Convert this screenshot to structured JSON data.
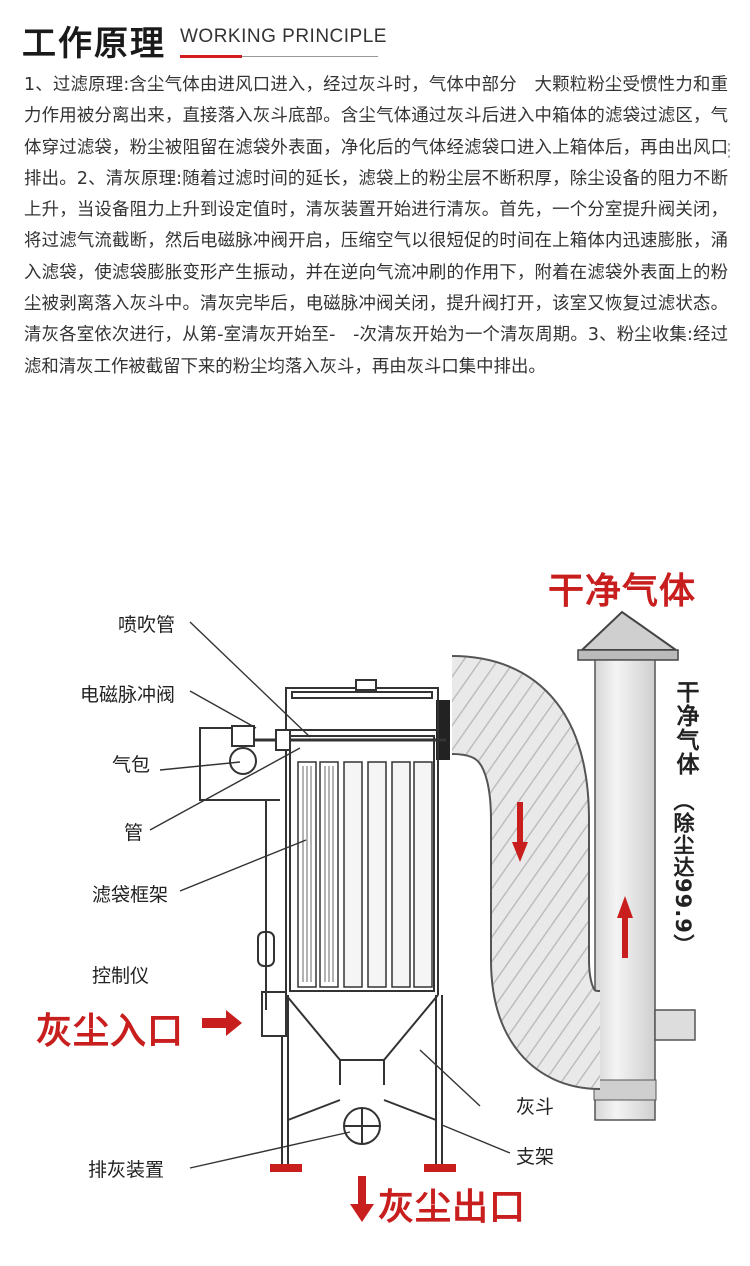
{
  "header": {
    "title_cn": "工作原理",
    "title_en": "WORKING PRINCIPLE"
  },
  "description": "1、过滤原理:含尘气体由进风口进入，经过灰斗时，气体中部分　大颗粒粉尘受惯性力和重力作用被分离出来，直接落入灰斗底部。含尘气体通过灰斗后进入中箱体的滤袋过滤区，气体穿过滤袋，粉尘被阻留在滤袋外表面，净化后的气体经滤袋口进入上箱体后，再由出风口排出。2、清灰原理:随着过滤时间的延长，滤袋上的粉尘层不断积厚，除尘设备的阻力不断上升，当设备阻力上升到设定值时，清灰装置开始进行清灰。首先，一个分室提升阀关闭，将过滤气流截断，然后电磁脉冲阀开启，压缩空气以很短促的时间在上箱体内迅速膨胀，涌入滤袋，使滤袋膨胀变形产生振动，并在逆向气流冲刷的作用下，附着在滤袋外表面上的粉尘被剥离落入灰斗中。清灰完毕后，电磁脉冲阀关闭，提升阀打开，该室又恢复过滤状态。清灰各室依次进行，从第-室清灰开始至-　-次清灰开始为一个清灰周期。3、粉尘收集:经过滤和清灰工作被截留下来的粉尘均落入灰斗，再由灰斗口集中排出。",
  "diagram": {
    "labels": {
      "spray_pipe": "喷吹管",
      "pulse_valve": "电磁脉冲阀",
      "air_bag": "气包",
      "pipe": "管",
      "bag_frame": "滤袋框架",
      "controller": "控制仪",
      "dust_inlet": "灰尘入口",
      "dust_outlet": "灰尘出口",
      "ash_hopper": "灰斗",
      "support": "支架",
      "discharge_device": "排灰装置",
      "clean_gas": "干净气体",
      "clean_gas_vertical": "干净气体",
      "efficiency_note": "（除尘达99.9）"
    },
    "colors": {
      "accent_red": "#c81e1e",
      "line": "#333333",
      "chimney_fill": "#e3e3e3"
    }
  }
}
